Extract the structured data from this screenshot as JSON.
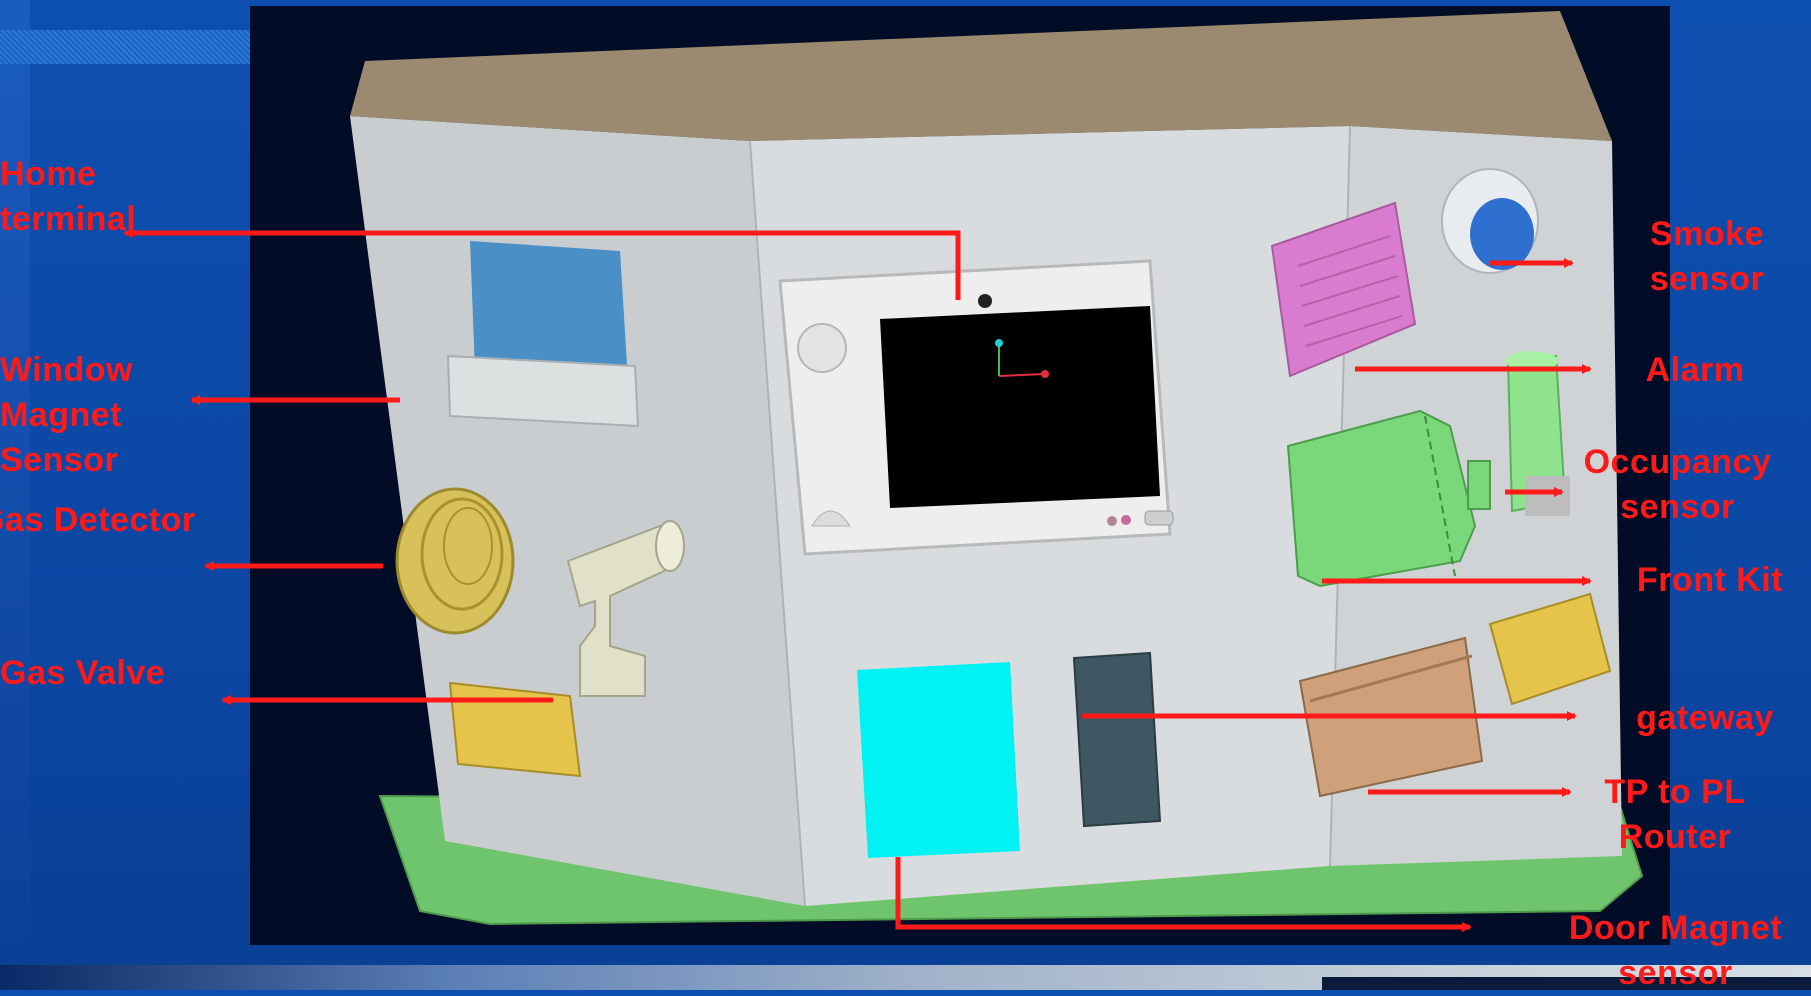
{
  "labels": {
    "home_terminal": "Home\nterminal",
    "window_magnet_sensor": "Window\nMagnet\nSensor",
    "gas_detector": "Gas Detector",
    "gas_valve": "Gas Valve",
    "smoke_sensor": "Smoke\nsensor",
    "alarm": "Alarm",
    "occupancy_sensor": "Occupancy\nsensor",
    "front_kit": "Front Kit",
    "gateway": "gateway",
    "tp_to_pl_router": "TP to PL\nRouter",
    "door_magnet_sensor": "Door Magnet\nsensor"
  },
  "colors": {
    "label": "#ff1a1a",
    "arrow": "#ff1a1a",
    "background": "#0b47a3",
    "scene": "#030c26"
  }
}
